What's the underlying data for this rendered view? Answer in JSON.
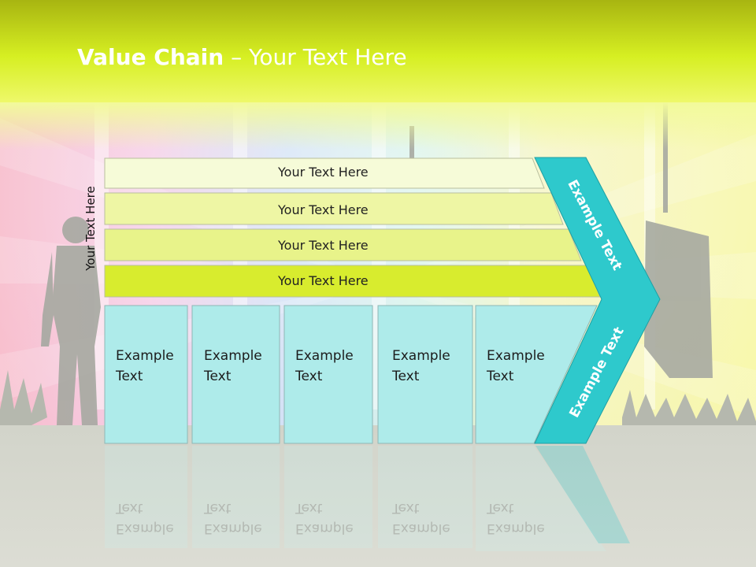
{
  "slide": {
    "title_bold": "Value Chain",
    "title_rest": " – Your Text Here",
    "side_label": "Your Text Here"
  },
  "bars": [
    {
      "label": "Your Text Here",
      "fill": "#f6fbd8"
    },
    {
      "label": "Your Text Here",
      "fill": "#eef6a4"
    },
    {
      "label": "Your Text Here",
      "fill": "#e8f38a"
    },
    {
      "label": "Your Text Here",
      "fill": "#d8ec2e"
    }
  ],
  "boxes": [
    {
      "line1": "Example",
      "line2": "Text"
    },
    {
      "line1": "Example",
      "line2": "Text"
    },
    {
      "line1": "Example",
      "line2": "Text"
    },
    {
      "line1": "Example",
      "line2": "Text"
    },
    {
      "line1": "Example",
      "line2": "Text"
    }
  ],
  "chevron": {
    "upper_label": "Example Text",
    "lower_label": "Example Text"
  },
  "colors": {
    "header": "#cfe61a",
    "box_fill": "#aeebea",
    "chevron_fill": "#2ec9cc",
    "silhouette": "#a6a9a1"
  }
}
